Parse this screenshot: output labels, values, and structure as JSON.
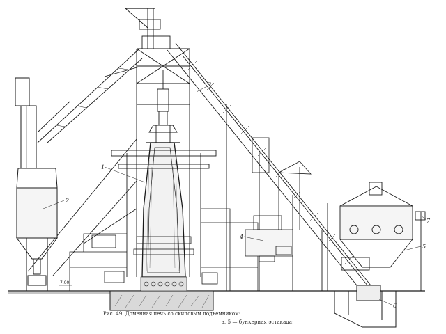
{
  "caption": {
    "line1": "Рис. 49. Доменная печь со скиповым подъемником:",
    "line2": "з, 5 — бункерная эстакада;"
  },
  "callouts": [
    {
      "id": "c1",
      "text": "1"
    },
    {
      "id": "c2",
      "text": "2"
    },
    {
      "id": "c3",
      "text": "3"
    },
    {
      "id": "c4",
      "text": "4"
    },
    {
      "id": "c5",
      "text": "5"
    },
    {
      "id": "c6",
      "text": "6"
    },
    {
      "id": "c7",
      "text": "7"
    }
  ],
  "level_mark": "7.00",
  "colors": {
    "ink": "#1a1a1a",
    "paper": "#ffffff",
    "hatch": "#555555"
  }
}
